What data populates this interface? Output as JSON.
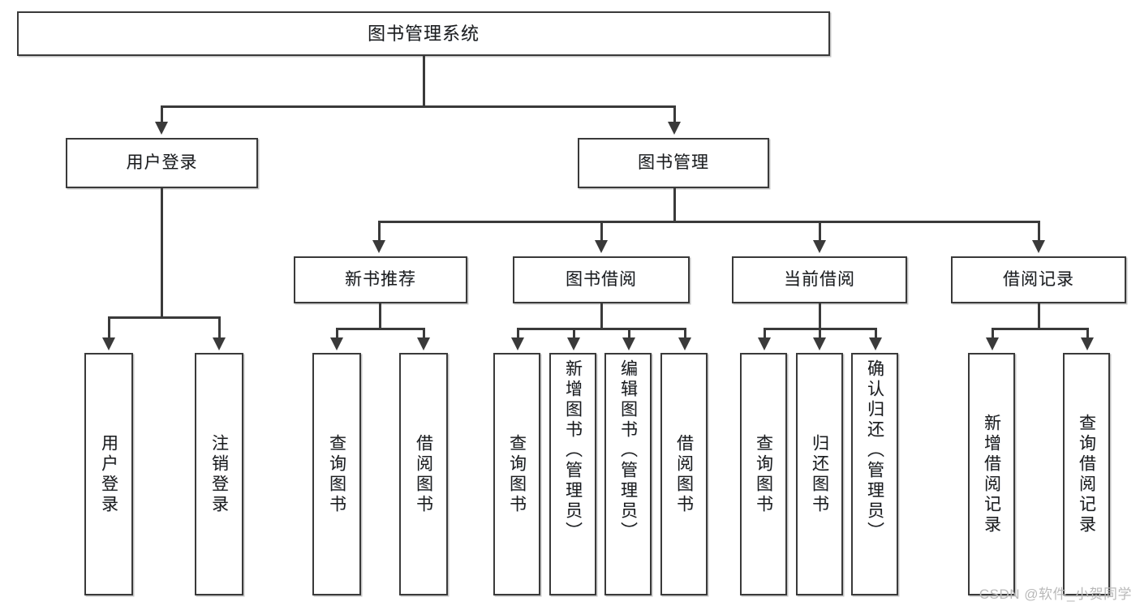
{
  "diagram": {
    "title": "图书管理系统",
    "root": {
      "label": "图书管理系统"
    },
    "level2": [
      {
        "label": "用户登录"
      },
      {
        "label": "图书管理"
      }
    ],
    "level3": [
      {
        "label": "新书推荐"
      },
      {
        "label": "图书借阅"
      },
      {
        "label": "当前借阅"
      },
      {
        "label": "借阅记录"
      }
    ],
    "leaves": {
      "user_login": [
        {
          "label": "用户登录"
        },
        {
          "label": "注销登录"
        }
      ],
      "new_book_recommend": [
        {
          "label": "查询图书"
        },
        {
          "label": "借阅图书"
        }
      ],
      "book_borrow": [
        {
          "label": "查询图书"
        },
        {
          "label": "新增图书（管理员）"
        },
        {
          "label": "编辑图书（管理员）"
        },
        {
          "label": "借阅图书"
        }
      ],
      "current_borrow": [
        {
          "label": "查询图书"
        },
        {
          "label": "归还图书"
        },
        {
          "label": "确认归还（管理员）"
        }
      ],
      "borrow_record": [
        {
          "label": "新增借阅记录"
        },
        {
          "label": "查询借阅记录"
        }
      ]
    }
  },
  "watermark": {
    "text": "CSDN @软件_小贺同学"
  },
  "colors": {
    "stroke": "#3a3a3a",
    "fill": "#ffffff",
    "text": "#1c1c1c",
    "watermark": "#b9b9b9"
  }
}
